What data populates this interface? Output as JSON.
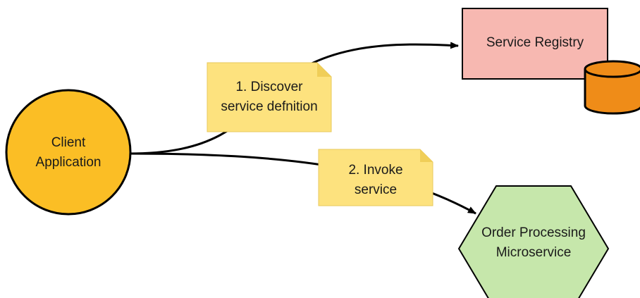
{
  "nodes": {
    "client": {
      "line1": "Client",
      "line2": "Application"
    },
    "registry": {
      "label": "Service Registry"
    },
    "order_service": {
      "line1": "Order Processing",
      "line2": "Microservice"
    }
  },
  "notes": {
    "discover": {
      "line1": "1. Discover",
      "line2": "service defnition"
    },
    "invoke": {
      "line1": "2. Invoke",
      "line2": "service"
    }
  },
  "colors": {
    "client_fill": "#fbbe25",
    "registry_fill": "#f7b8b1",
    "database_fill": "#ef8c18",
    "service_fill": "#c6e7ab",
    "note_fill": "#fde27e",
    "note_fold": "#f0ce58",
    "connector": "#000000"
  }
}
